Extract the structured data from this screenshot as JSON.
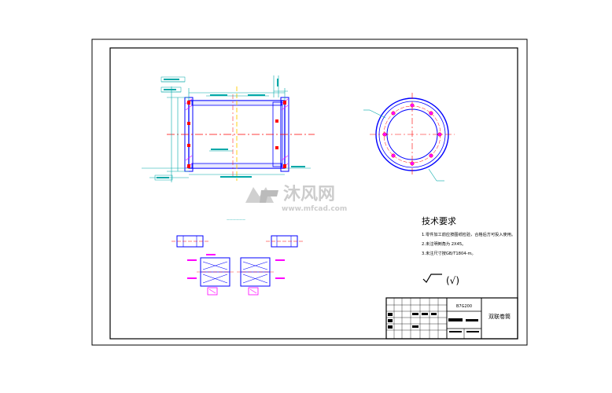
{
  "notes": {
    "heading": "技术要求",
    "items": [
      "1.零件加工前应按图纸检验，合格后方可投入使用。",
      "2.未注明倒角为 2X45。",
      "3.未注尺寸按GB/T1804-m。"
    ]
  },
  "roughness_symbol": "(√)",
  "section_caption": "——————",
  "title_block": {
    "drawing_no": "B7G200",
    "part_name": "双联卷筒"
  },
  "watermark": {
    "brand": "沐风网",
    "url": "www.mfcad.com"
  },
  "colors": {
    "frame": "#000000",
    "outline": "#0000ff",
    "dimension": "#00a8a8",
    "centerline": "#ff0000",
    "hidden": "#ffcc00",
    "hatch": "#ff00ff"
  }
}
